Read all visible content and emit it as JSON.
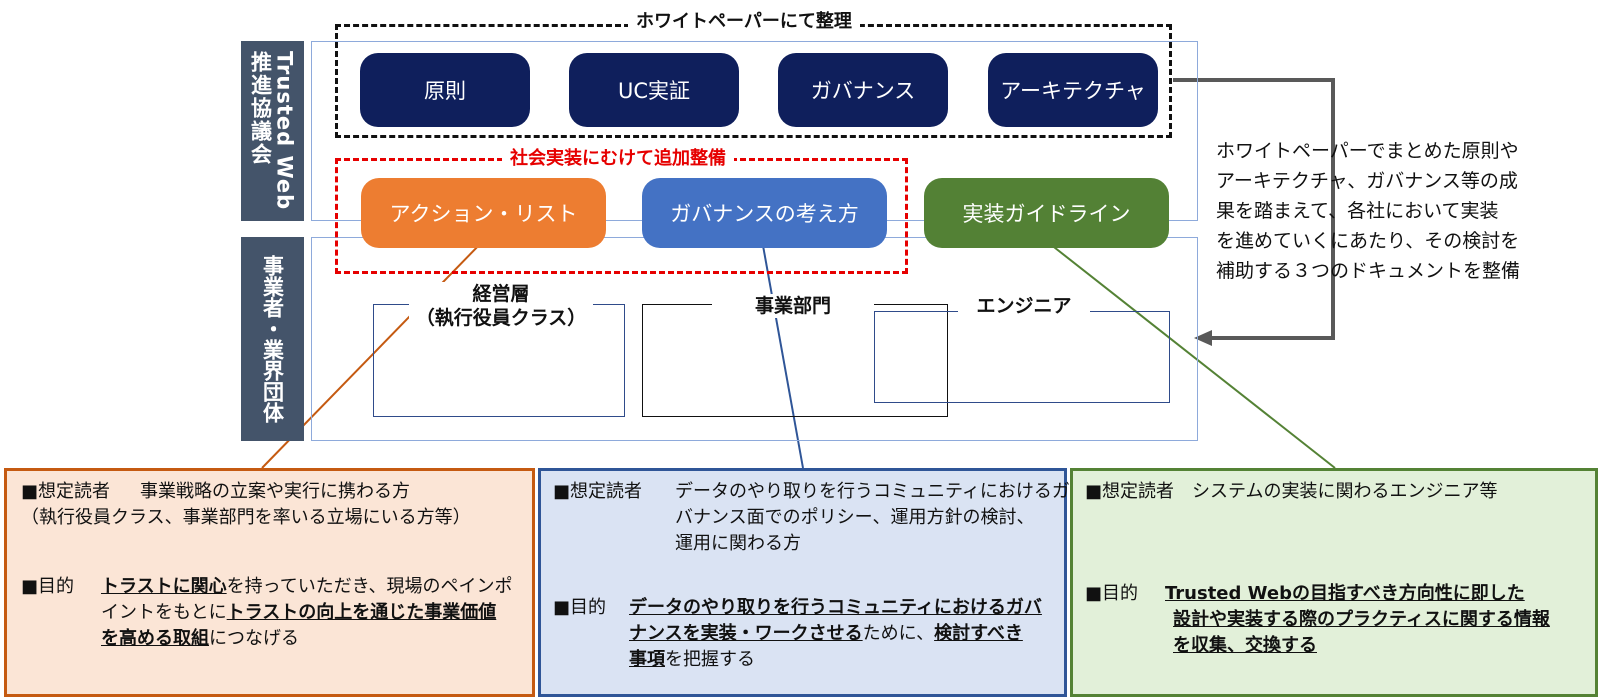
{
  "vertical_labels": {
    "trusted": "Trusted Web",
    "council": "推進協議会",
    "business": "事業者・業界団体"
  },
  "whitepaper_group": {
    "title": "ホワイトペーパーにて整理",
    "items": [
      "原則",
      "UC実証",
      "ガバナンス",
      "アーキテクチャ"
    ]
  },
  "social_group": {
    "title": "社会実装にむけて追加整備",
    "items": [
      "アクション・リスト",
      "ガバナンスの考え方"
    ]
  },
  "guideline": "実装ガイドライン",
  "audiences": {
    "executive_line1": "経営層",
    "executive_line2": "（執行役員クラス）",
    "business_dept": "事業部門",
    "engineer": "エンジニア"
  },
  "side_note": [
    "ホワイトペーパーでまとめた原則や",
    "アーキテクチャ、ガバナンス等の成",
    "果を踏まえて、各社において実装",
    "を進めていくにあたり、その検討を",
    "補助する３つのドキュメントを整備"
  ],
  "panels": {
    "left": {
      "reader_label": "■想定読者",
      "reader_text": "事業戦略の立案や実行に携わる方",
      "reader_text2": "（執行役員クラス、事業部門を率いる立場にいる方等）",
      "purpose_label": "■目的",
      "p1_bold": "トラストに関心",
      "p1_rest": "を持っていただき、現場のペインポ",
      "p2_plain": "イントをもとに",
      "p2_bold": "トラストの向上を通じた事業価値",
      "p3_bold": "を高める取組",
      "p3_rest": "につなげる"
    },
    "middle": {
      "reader_label": "■想定読者",
      "reader_lines": [
        "データのやり取りを行うコミュニティにおけるガ",
        "バナンス面でのポリシー、運用方針の検討、",
        "運用に関わる方"
      ],
      "purpose_label": "■目的",
      "p1_bold": "データのやり取りを行うコミュニティにおけるガバ",
      "p2_bold": "ナンスを実装・ワークさせる",
      "p2_plain": "ために、",
      "p2_bold2": "検討すべき",
      "p3_bold": "事項",
      "p3_rest": "を把握する"
    },
    "right": {
      "reader_label": "■想定読者",
      "reader_text": "システムの実装に関わるエンジニア等",
      "purpose_label": "■目的",
      "p1_bold": "Trusted Webの目指すべき方向性に即した",
      "p2_bold": "設計や実装する際のプラクティスに関する情報",
      "p3_bold": "を収集、交換する"
    }
  },
  "colors": {
    "navy": "#0f1f5c",
    "orange": "#ed7d31",
    "blue": "#4472c4",
    "green": "#538135",
    "red_dash": "#e60000",
    "label_bg": "#44546a"
  }
}
